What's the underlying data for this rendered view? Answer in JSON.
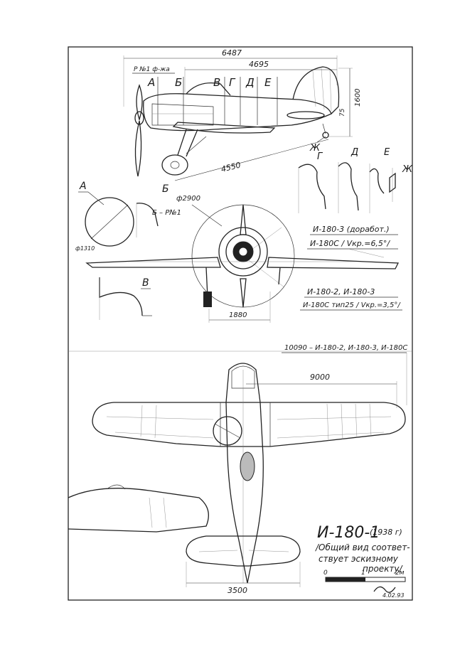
{
  "dims": {
    "overall_length": "6487",
    "fuselage_length": "4695",
    "height": "1600",
    "tail_offset": "75",
    "wheelbase": "4550",
    "prop_diameter": "ф2900",
    "spinner_diameter": "ф1310",
    "track": "1880",
    "wingspan_other": "10090 – И-180-2, И-180-3, И-180С",
    "wingspan": "9000",
    "stabilizer_span": "3500"
  },
  "frame_labels": {
    "rib": "Р №1 ф-жа",
    "a": "А",
    "b": "Б",
    "v": "В",
    "g": "Г",
    "d": "Д",
    "e": "Е",
    "zh": "Ж"
  },
  "section_labels": {
    "a": "А",
    "b": "Б",
    "b_note": "Б – Р№1",
    "v": "В",
    "g": "Г",
    "d": "Д",
    "e": "Е",
    "zh": "Ж"
  },
  "variant_notes": {
    "line1": "И-180-3 (доработ.)",
    "line2": "И-180С / Vкр.=6,5°/",
    "line3": "И-180-2, И-180-3",
    "line4": "И-180С тип25 / Vкр.=3,5°/"
  },
  "title": {
    "main": "И-180-1",
    "year": "(1938 г)",
    "note1": "/Общий вид соответ-",
    "note2": "ствует эскизному",
    "note3": "проекту/"
  },
  "scale": {
    "ticks": [
      "0",
      "1",
      "2м"
    ]
  },
  "signature": {
    "date": "4.02.93"
  }
}
